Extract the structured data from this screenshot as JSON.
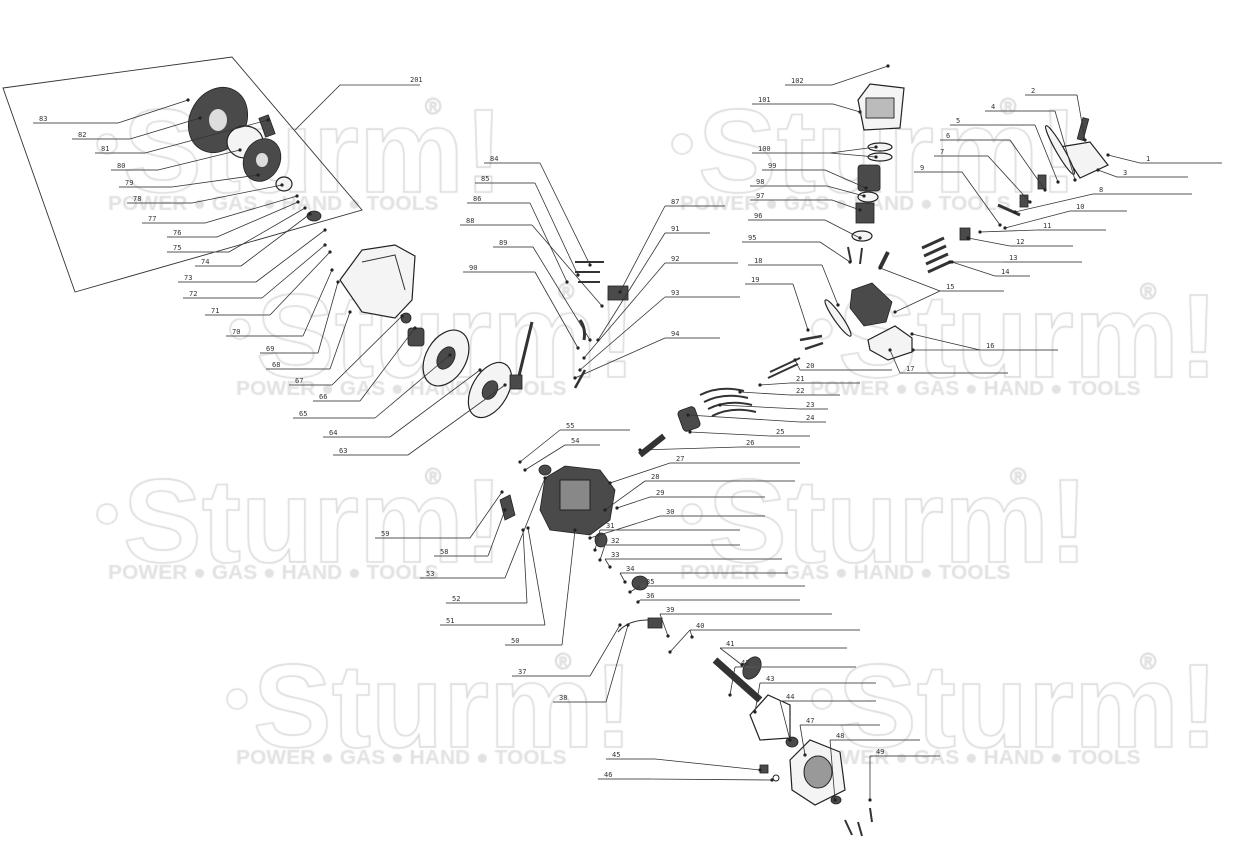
{
  "watermark": {
    "brand": "Sturm!",
    "registered": "®",
    "tagline": "POWER ● GAS ● HAND ● TOOLS"
  },
  "assembly_label": "201",
  "callouts": [
    "83",
    "82",
    "81",
    "80",
    "79",
    "78",
    "77",
    "76",
    "75",
    "74",
    "73",
    "72",
    "71",
    "70",
    "69",
    "68",
    "67",
    "66",
    "65",
    "64",
    "63",
    "84",
    "85",
    "86",
    "88",
    "89",
    "90",
    "87",
    "91",
    "92",
    "93",
    "94",
    "102",
    "101",
    "100",
    "99",
    "98",
    "97",
    "96",
    "95",
    "2",
    "4",
    "5",
    "6",
    "7",
    "9",
    "1",
    "3",
    "8",
    "10",
    "11",
    "12",
    "13",
    "14",
    "15",
    "18",
    "19",
    "16",
    "17",
    "20",
    "21",
    "22",
    "23",
    "24",
    "25",
    "26",
    "27",
    "28",
    "29",
    "30",
    "31",
    "32",
    "33",
    "34",
    "35",
    "36",
    "39",
    "40",
    "41",
    "42",
    "43",
    "44",
    "47",
    "48",
    "49",
    "45",
    "46",
    "55",
    "54",
    "59",
    "58",
    "53",
    "52",
    "51",
    "50",
    "37",
    "38"
  ]
}
